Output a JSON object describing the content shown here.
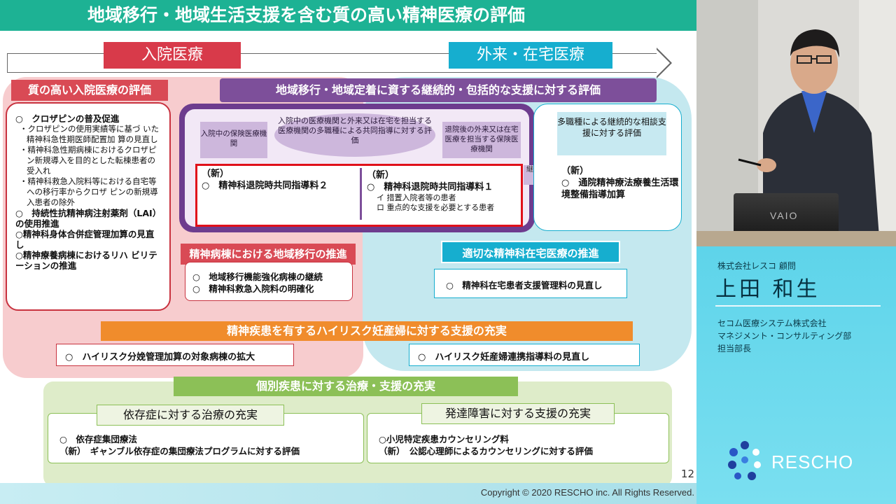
{
  "slide": {
    "title": "地域移行・地域生活支援を含む質の高い精神医療の評価",
    "label_inpatient": "入院医療",
    "label_outpatient": "外来・在宅医療",
    "quality": {
      "header": "質の高い入院医療の評価",
      "items": [
        "○　クロザピンの普及促進",
        "・クロザピンの使用実績等に基づ いた精神科急性期医師配置加 算の見直し",
        "・精神科急性期病棟におけるクロザピン新規導入を目的とした転棟患者の受入れ",
        "・精神科救急入院料等における自宅等への移行率からクロザ ピンの新規導入患者の除外",
        "○　持続性抗精神病注射薬剤（LAI）の使用推進",
        "○精神科身体合併症管理加算の見直し",
        "○精神療養病棟におけるリハ ビリテーションの推進"
      ]
    },
    "region": {
      "header": "地域移行・地域定着に資する継続的・包括的な支援に対する評価",
      "inpatient_insurer": "入院中の保険医療機関",
      "multi_agency": "入院中の医療機関と外来又は在宅を担当する医療機関の多職種による共同指導に対する評価",
      "discharge_insurer": "退院後の外来又は在宅医療を担当する保険医療機関",
      "item2_new": "（新）",
      "item2_name": "○　精神科退院時共同指導料２",
      "item1_new": "（新）",
      "item1_name": "○　精神科退院時共同指導料１",
      "item1_sub_a": "イ 措置入院者等の患者",
      "item1_sub_b": "ロ 重点的な支援を必要とする患者",
      "continuous_support": "継続支援"
    },
    "outpatient": {
      "consult": "多職種による継続的な相談支援に対する評価",
      "item_new": "（新）",
      "item_name": "○　通院精神療法療養生活環境整備指導加算"
    },
    "ward": {
      "header": "精神病棟における地域移行の推進",
      "line1": "○　地域移行機能強化病棟の継続",
      "line2": "○　精神科救急入院料の明確化"
    },
    "home": {
      "header": "適切な精神科在宅医療の推進",
      "line": "○　精神科在宅患者支援管理料の見直し"
    },
    "pregnancy": {
      "header": "精神疾患を有するハイリスク妊産婦に対する支援の充実",
      "left": "○　ハイリスク分娩管理加算の対象病棟の拡大",
      "right": "○　ハイリスク妊産婦連携指導料の見直し"
    },
    "disease": {
      "header": "個別疾患に対する治療・支援の充実",
      "dependence_header": "依存症に対する治療の充実",
      "dependence_line1": "○　依存症集団療法",
      "dependence_line2": "（新）　ギャンブル依存症の集団療法プログラムに対する評価",
      "development_header": "発達障害に対する支援の充実",
      "development_line1": "○小児特定疾患カウンセリング料",
      "development_line2": "（新）　公認心理師によるカウンセリングに対する評価"
    },
    "page_number": "12",
    "copyright": "Copyright © 2020 RESCHO inc. All Rights Reserved."
  },
  "laptop_brand": "VAIO",
  "speaker": {
    "company": "株式会社レスコ 顧問",
    "name": "上田 和生",
    "affiliation_line1": "セコム医療システム株式会社",
    "affiliation_line2": "マネジメント・コンサルティング部",
    "affiliation_line3": "担当部長"
  },
  "brand": {
    "logo_text": "RESCHO"
  },
  "colors": {
    "title_green": "#1db294",
    "inpatient_red": "#d83a4a",
    "outpatient_cyan": "#16aecf",
    "region_purple": "#7d4f9a",
    "pregnancy_orange": "#f08c2c",
    "disease_green": "#8cc057",
    "highlight_red": "#e0101a"
  }
}
